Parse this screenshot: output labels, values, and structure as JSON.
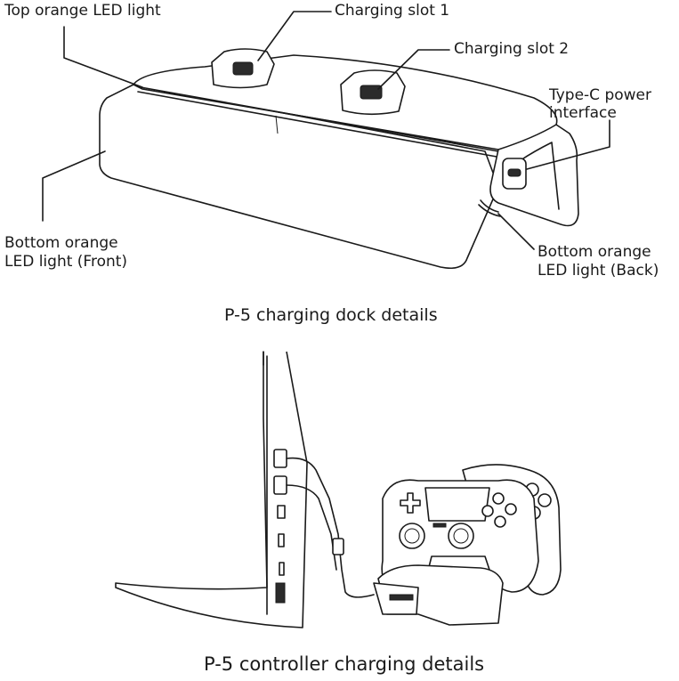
{
  "dock": {
    "caption": "P-5 charging dock details",
    "labels": {
      "top_led": "Top orange LED light",
      "slot1": "Charging slot 1",
      "slot2": "Charging slot 2",
      "typec_line1": "Type-C power",
      "typec_line2": "interface",
      "front_led_line1": "Bottom orange",
      "front_led_line2": "LED light (Front)",
      "back_led_line1": "Bottom orange",
      "back_led_line2": "LED light (Back)"
    }
  },
  "controller": {
    "caption": "P-5 controller charging details"
  }
}
